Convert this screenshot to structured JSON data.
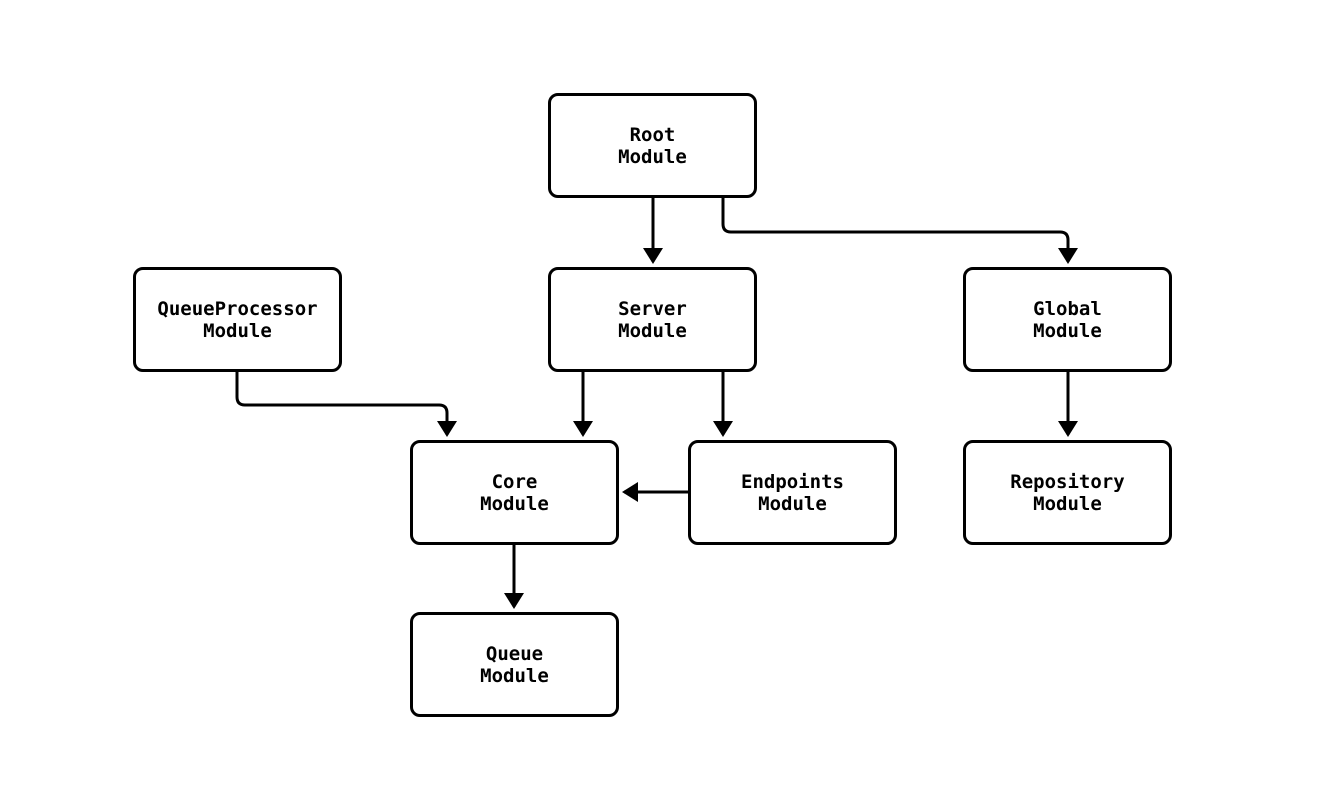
{
  "diagram": {
    "type": "module-dependency-graph",
    "background_color": "#ffffff",
    "node_fill_color": "#ffffff",
    "node_border_color": "#000000",
    "edge_color": "#000000",
    "nodes": [
      {
        "id": "root",
        "line1": "Root",
        "line2": "Module"
      },
      {
        "id": "queueprocessor",
        "line1": "QueueProcessor",
        "line2": "Module"
      },
      {
        "id": "server",
        "line1": "Server",
        "line2": "Module"
      },
      {
        "id": "global",
        "line1": "Global",
        "line2": "Module"
      },
      {
        "id": "core",
        "line1": "Core",
        "line2": "Module"
      },
      {
        "id": "endpoints",
        "line1": "Endpoints",
        "line2": "Module"
      },
      {
        "id": "repository",
        "line1": "Repository",
        "line2": "Module"
      },
      {
        "id": "queue",
        "line1": "Queue",
        "line2": "Module"
      }
    ],
    "edges": [
      {
        "from": "Root Module",
        "to": "Server Module"
      },
      {
        "from": "Root Module",
        "to": "Global Module"
      },
      {
        "from": "QueueProcessor Module",
        "to": "Core Module"
      },
      {
        "from": "Server Module",
        "to": "Core Module"
      },
      {
        "from": "Server Module",
        "to": "Endpoints Module"
      },
      {
        "from": "Endpoints Module",
        "to": "Core Module"
      },
      {
        "from": "Global Module",
        "to": "Repository Module"
      },
      {
        "from": "Core Module",
        "to": "Queue Module"
      }
    ]
  }
}
